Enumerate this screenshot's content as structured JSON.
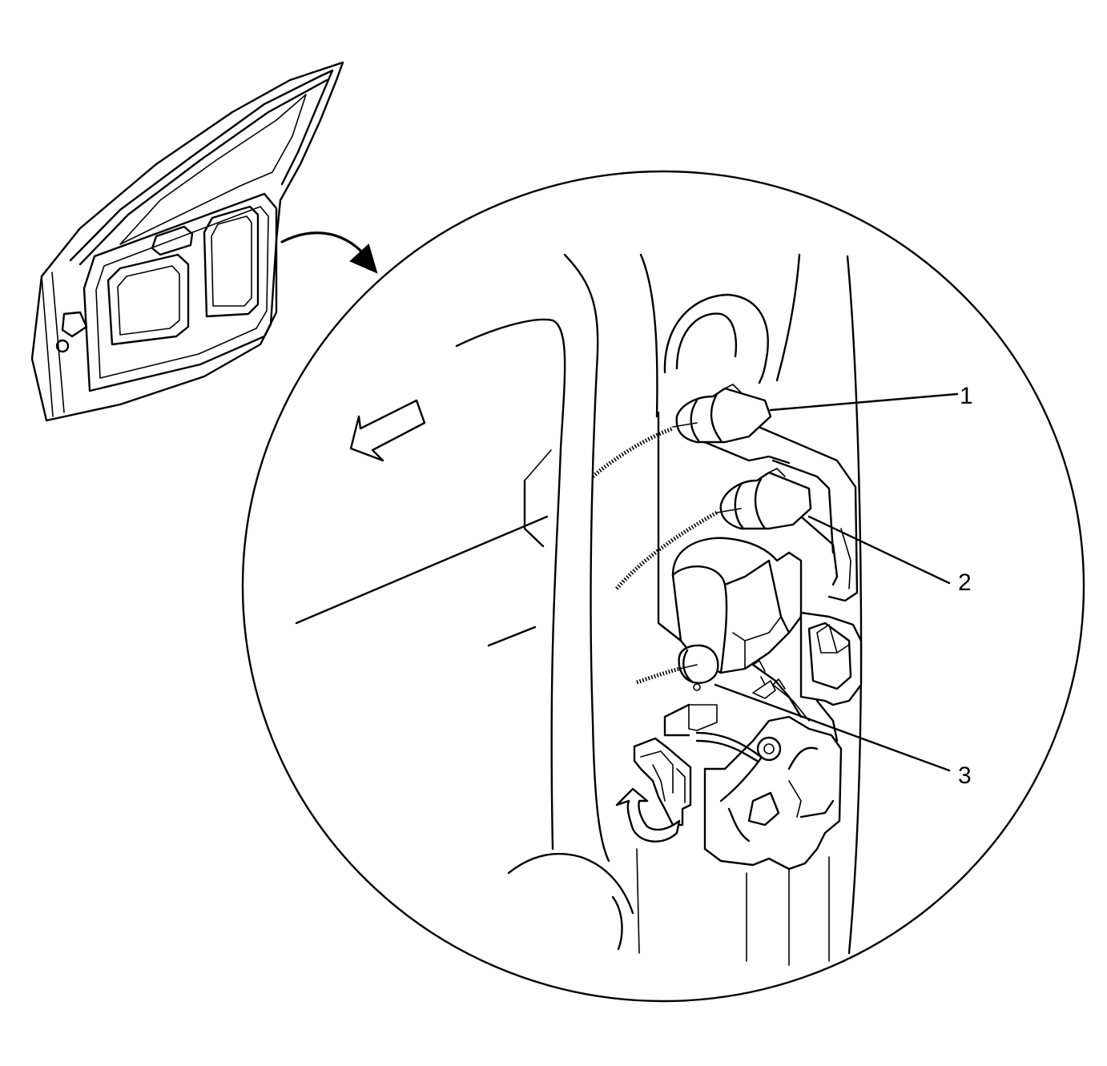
{
  "diagram": {
    "callouts": [
      {
        "id": "1",
        "label": "1"
      },
      {
        "id": "2",
        "label": "2"
      },
      {
        "id": "3",
        "label": "3"
      }
    ]
  },
  "colors": {
    "line": "#000000",
    "background": "#ffffff"
  },
  "icons": [
    "door-overview",
    "detail-zoom-arrow",
    "direction-arrow",
    "rotate-arrow",
    "electrical-connector",
    "door-lock-actuator"
  ]
}
